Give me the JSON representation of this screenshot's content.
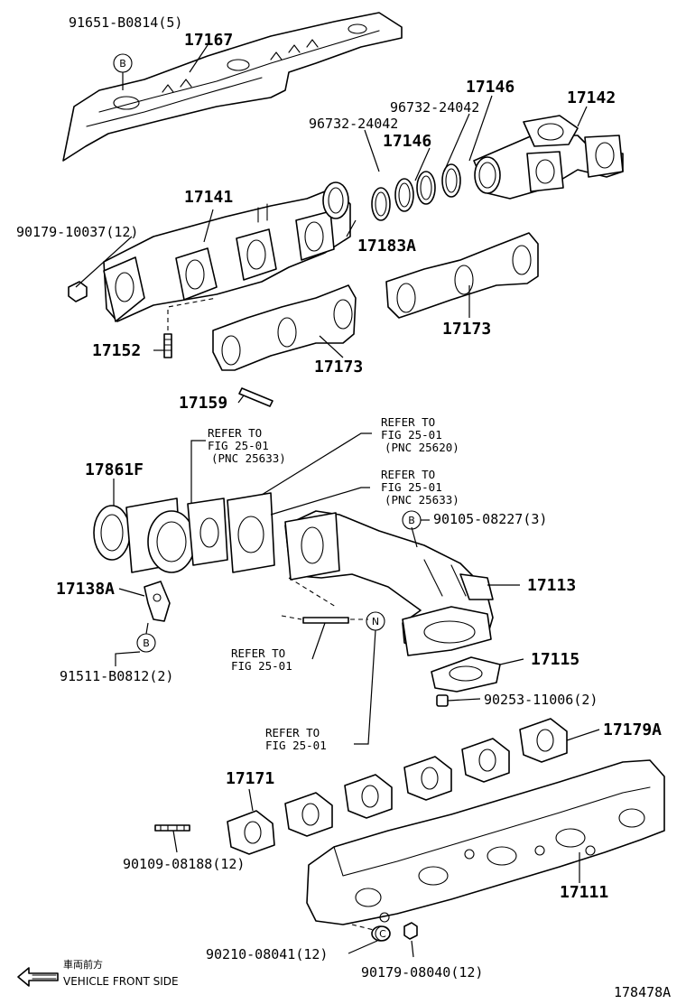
{
  "parts": {
    "p17167": "17167",
    "p91651": "91651-B0814(5)",
    "p17142": "17142",
    "p17146a": "17146",
    "p17146b": "17146",
    "p96732a": "96732-24042",
    "p96732b": "96732-24042",
    "p17141": "17141",
    "p90179_10037": "90179-10037(12)",
    "p17183A": "17183A",
    "p17173a": "17173",
    "p17173b": "17173",
    "p17152": "17152",
    "p17159": "17159",
    "p17861F": "17861F",
    "p17138A": "17138A",
    "p91511": "91511-B0812(2)",
    "p90105": "90105-08227(3)",
    "p17113": "17113",
    "p17115": "17115",
    "p90253": "90253-11006(2)",
    "p17179A": "17179A",
    "p17171": "17171",
    "p90109": "90109-08188(12)",
    "p17111": "17111",
    "p90210": "90210-08041(12)",
    "p90179_08040": "90179-08040(12)"
  },
  "refs": {
    "r1_l1": "REFER TO",
    "r1_l2": "FIG 25-01",
    "r1_l3": "(PNC 25633)",
    "r2_l1": "REFER TO",
    "r2_l2": "FIG 25-01",
    "r2_l3": "(PNC 25620)",
    "r3_l1": "REFER TO",
    "r3_l2": "FIG 25-01",
    "r3_l3": "(PNC 25633)",
    "r4_l1": "REFER TO",
    "r4_l2": "FIG 25-01",
    "r5_l1": "REFER TO",
    "r5_l2": "FIG 25-01"
  },
  "markers": {
    "b": "B",
    "n": "N",
    "c": "C"
  },
  "legend": {
    "japanese": "車両前方",
    "english": "VEHICLE FRONT SIDE"
  },
  "figure_id": "178478A"
}
